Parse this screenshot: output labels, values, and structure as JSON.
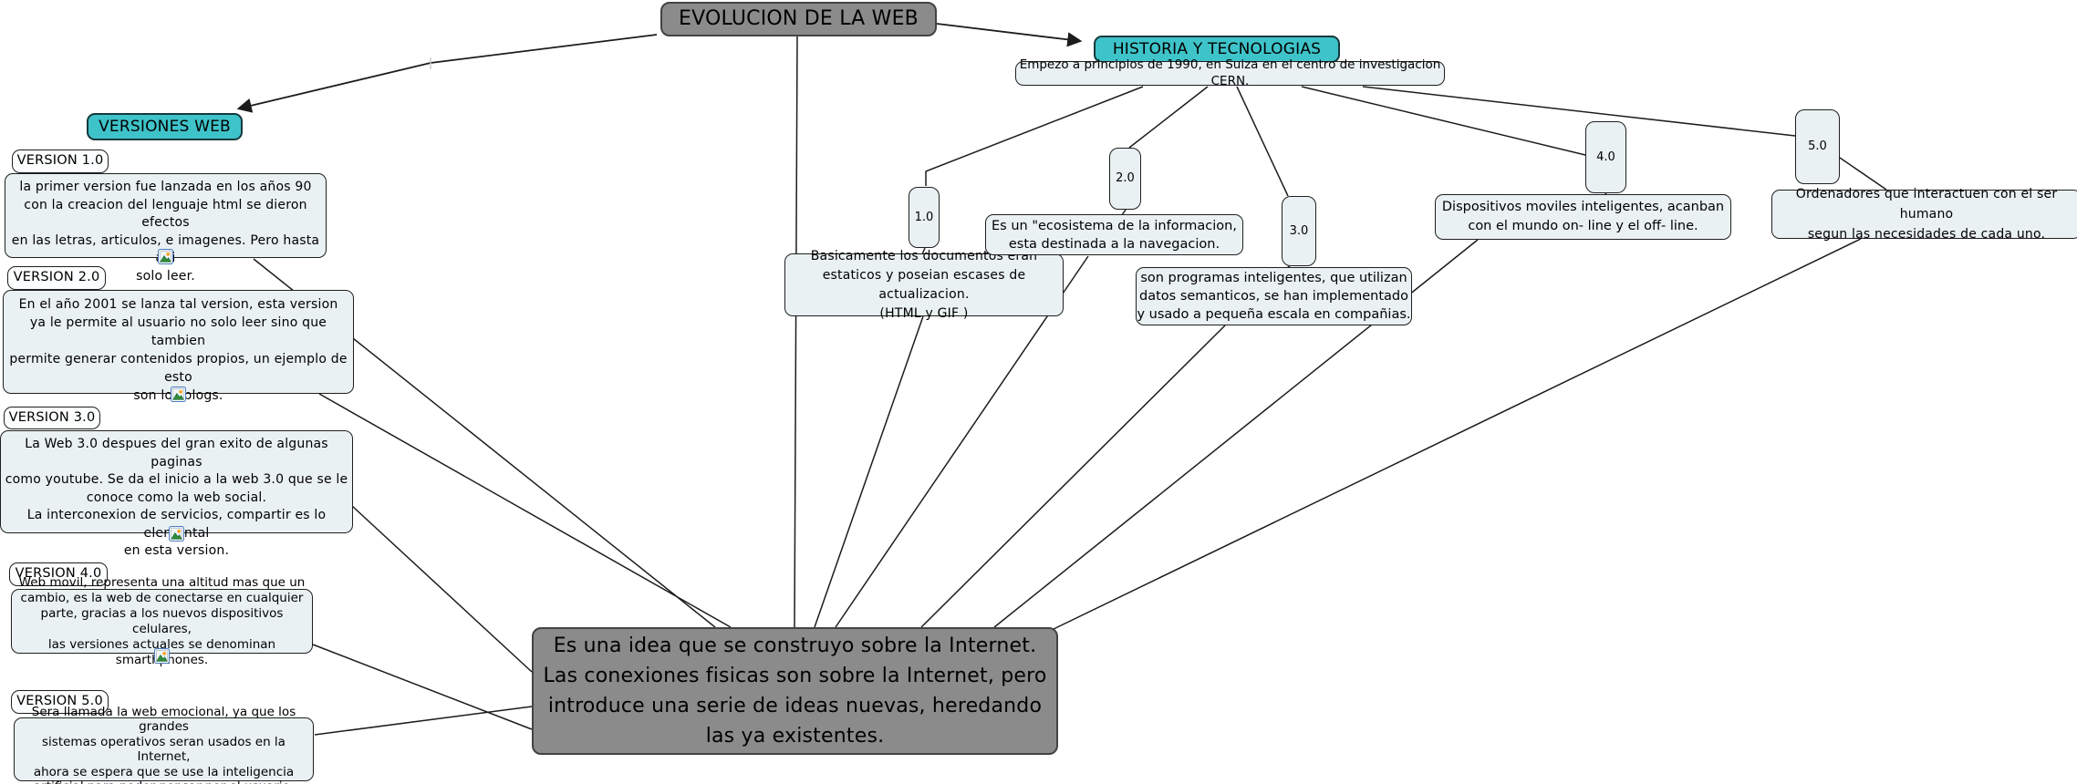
{
  "colors": {
    "teal_node": "#3ec3c9",
    "gray_node": "#8b8b8b",
    "light_node_fill": "#eaf1f3",
    "node_border": "#1f1f1f",
    "connector_line": "#1c1c1c"
  },
  "title": {
    "label": "EVOLUCION DE LA WEB"
  },
  "center": {
    "text": "Es una idea que se construyo sobre la Internet.\nLas conexiones fisicas son sobre la Internet, pero\nintroduce una serie de ideas nuevas, heredando\nlas ya existentes."
  },
  "historia": {
    "label": "HISTORIA Y TECNOLOGIAS",
    "origin_note": "Empezo a principios de 1990, en Suiza en el centro de investigacion CERN.",
    "webs": [
      {
        "number": "1.0",
        "desc": "Basicamente los documentos eran\nestaticos y poseian escases de actualizacion.\n(HTML y GIF )"
      },
      {
        "number": "2.0",
        "desc": "Es un \"ecosistema de la informacion,\nesta destinada a la navegacion."
      },
      {
        "number": "3.0",
        "desc": "son programas inteligentes, que utilizan\ndatos semanticos, se han implementado\ny usado a pequeña escala en compañias."
      },
      {
        "number": "4.0",
        "desc": "Dispositivos moviles inteligentes, acanban\ncon el mundo on- line y el off- line."
      },
      {
        "number": "5.0",
        "desc": "Ordenadores que interactuen con el ser humano\nsegun las necesidades de cada uno."
      }
    ]
  },
  "versiones": {
    "label": "VERSIONES WEB",
    "items": [
      {
        "label": "VERSION 1.0",
        "has_image_icon": true,
        "desc": "la primer version fue lanzada en los años 90\ncon la creacion del lenguaje html se dieron efectos\nen las letras, articulos, e imagenes. Pero hasta ahi\nsolo leer."
      },
      {
        "label": "VERSION 2.0",
        "has_image_icon": true,
        "desc": "En el año 2001 se lanza tal version, esta version\nya le permite al usuario no solo leer sino que tambien\npermite generar contenidos propios, un ejemplo de esto\nson los blogs."
      },
      {
        "label": "VERSION 3.0",
        "has_image_icon": true,
        "desc": "La Web 3.0 despues del gran exito de algunas paginas\ncomo youtube. Se da el inicio a la web 3.0 que se le\nconoce como la web social.\nLa interconexion de servicios, compartir es lo elemental\nen esta version."
      },
      {
        "label": "VERSION 4.0",
        "has_image_icon": true,
        "desc": "Web movil, representa una altitud mas que un\ncambio, es la web de conectarse en cualquier\nparte, gracias a los nuevos dispositivos celulares,\nlas versiones actuales se denominan smarthphones."
      },
      {
        "label": "VERSION 5.0",
        "has_image_icon": false,
        "desc": "Sera llamada la web emocional, ya que los grandes\nsistemas operativos seran usados en la Internet,\nahora se espera que se use la inteligencia\nartificial para poder pensar por el usuario."
      }
    ]
  }
}
